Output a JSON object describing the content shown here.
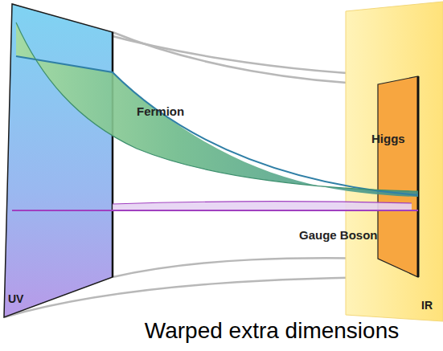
{
  "diagram": {
    "caption": "Warped extra dimensions",
    "nodes": [
      {
        "text": [
          "UV"
        ]
      },
      {
        "text": [
          "IR"
        ]
      }
    ],
    "labels": [
      "Fermion",
      "Higgs",
      "Gauge Boson"
    ]
  }
}
